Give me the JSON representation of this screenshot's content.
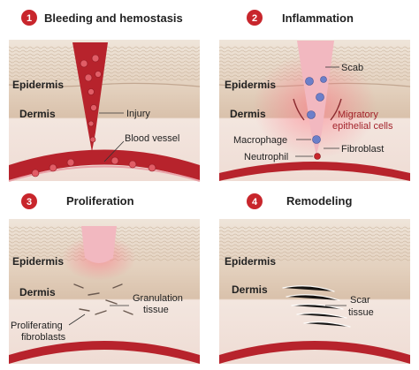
{
  "panels": [
    {
      "number": "1",
      "title": "Bleeding and hemostasis",
      "epidermis": "Epidermis",
      "dermis": "Dermis",
      "labels": {
        "injury": "Injury",
        "blood_vessel": "Blood vessel"
      }
    },
    {
      "number": "2",
      "title": "Inflammation",
      "epidermis": "Epidermis",
      "dermis": "Dermis",
      "labels": {
        "scab": "Scab",
        "migratory_line1": "Migratory",
        "migratory_line2": "epithelial cells",
        "macrophage": "Macrophage",
        "fibroblast": "Fibroblast",
        "neutrophil": "Neutrophil"
      }
    },
    {
      "number": "3",
      "title": "Proliferation",
      "epidermis": "Epidermis",
      "dermis": "Dermis",
      "labels": {
        "granulation_line1": "Granulation",
        "granulation_line2": "tissue",
        "proliferating_line1": "Proliferating",
        "proliferating_line2": "fibroblasts"
      }
    },
    {
      "number": "4",
      "title": "Remodeling",
      "epidermis": "Epidermis",
      "dermis": "Dermis",
      "labels": {
        "scar_line1": "Scar",
        "scar_line2": "tissue"
      }
    }
  ],
  "colors": {
    "badge": "#c8262c",
    "skin_top": "#e9dccd",
    "epidermis": "#d8c3ae",
    "dermis": "#f1e3dc",
    "vessel": "#b7232c",
    "scab": "#f2b8c0",
    "label_red": "#a3242c"
  }
}
